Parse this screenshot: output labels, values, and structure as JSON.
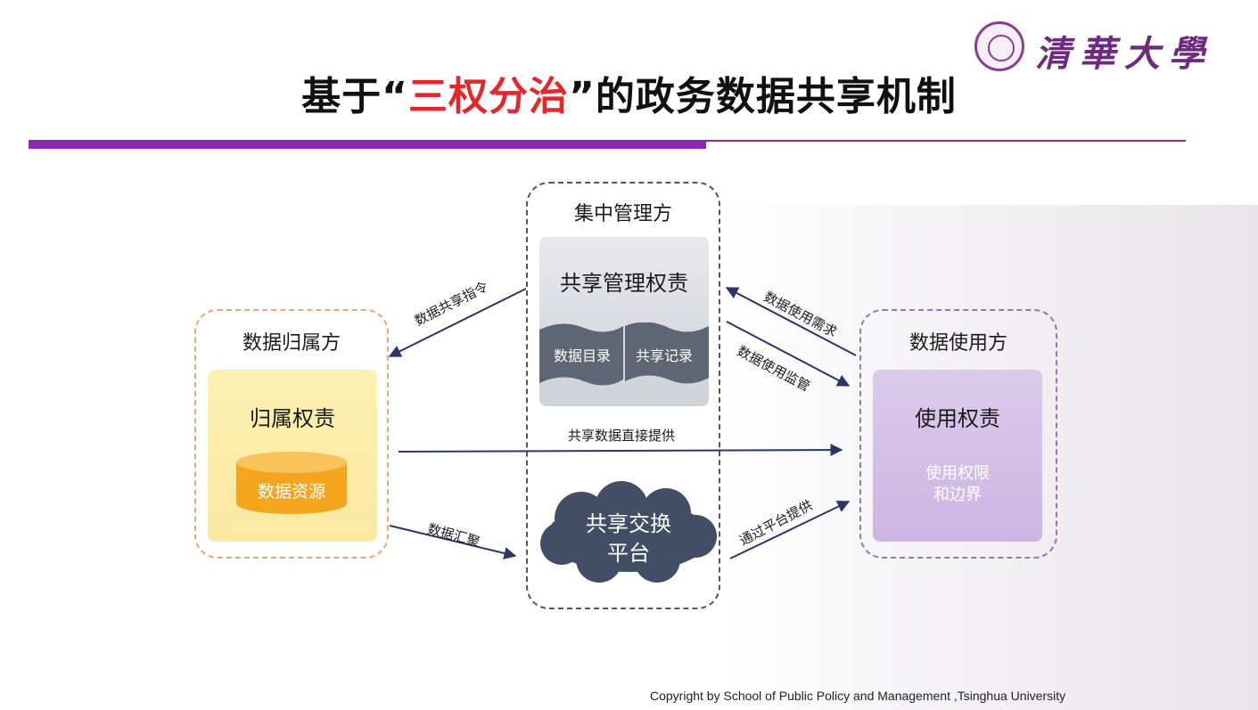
{
  "header": {
    "title_prefix": "基于“",
    "title_highlight": "三权分治",
    "title_suffix": "”的政务数据共享机制",
    "logo_text": "清華大學"
  },
  "owner": {
    "title": "数据归属方",
    "responsibility": "归属权责",
    "resource": "数据资源"
  },
  "center": {
    "title": "集中管理方",
    "responsibility": "共享管理权责",
    "catalog": "数据目录",
    "records": "共享记录",
    "platform_line1": "共享交换",
    "platform_line2": "平台"
  },
  "user": {
    "title": "数据使用方",
    "responsibility": "使用权责",
    "scope_line1": "使用权限",
    "scope_line2": "和边界"
  },
  "arrows": {
    "share_instruction": "数据共享指令",
    "usage_demand": "数据使用需求",
    "usage_supervision": "数据使用监管",
    "direct_provision": "共享数据直接提供",
    "data_aggregation": "数据汇聚",
    "platform_provision": "通过平台提供"
  },
  "colors": {
    "accent_purple": "#8f24b7",
    "highlight_red": "#e8262a",
    "arrow_navy": "#2b3566",
    "owner_fill": "#fbe9a1",
    "cylinder": "#f2a51d",
    "user_fill": "#cdb5e2",
    "cloud": "#414e66"
  },
  "footer": {
    "copyright": "Copyright by School of Public Policy and Management ,Tsinghua University"
  }
}
